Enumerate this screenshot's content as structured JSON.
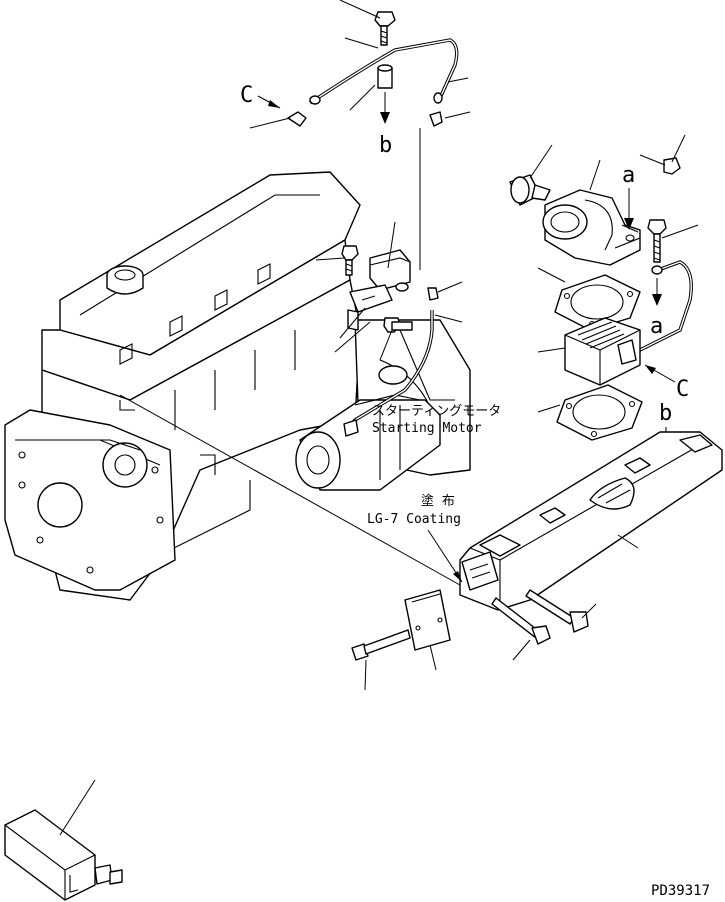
{
  "callouts": {
    "c_upper": "C",
    "b_upper": "b",
    "a_upper": "a",
    "a_lower": "a",
    "c_lower": "C",
    "b_lower": "b"
  },
  "starter": {
    "label_jp": "スターティングモータ",
    "label_en": "Starting Motor"
  },
  "coating": {
    "label_jp": "塗 布",
    "label_en": "LG-7 Coating"
  },
  "drawing_number": "PD39317"
}
